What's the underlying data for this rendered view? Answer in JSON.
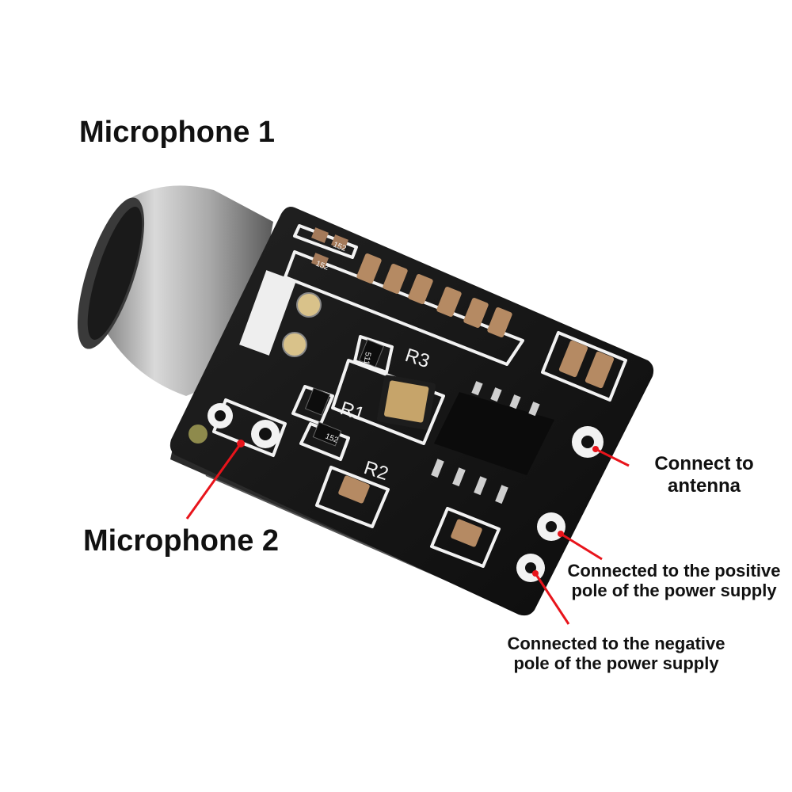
{
  "labels": {
    "microphone_1": "Microphone 1",
    "microphone_2": "Microphone 2",
    "antenna": [
      "Connect to",
      "antenna"
    ],
    "positive": [
      "Connected to the positive",
      "pole of the power supply"
    ],
    "negative": [
      "Connected to the negative",
      "pole of the power supply"
    ]
  },
  "silkscreen": {
    "r1": "R1",
    "r2": "R2",
    "r3": "R3",
    "code_152": "152",
    "code_511": "511"
  },
  "colors": {
    "pcb": "#141414",
    "silkscreen": "#f2f2f2",
    "callout_line": "#e8141b",
    "text": "#111111",
    "mic_metal": "#b9b9b9"
  }
}
